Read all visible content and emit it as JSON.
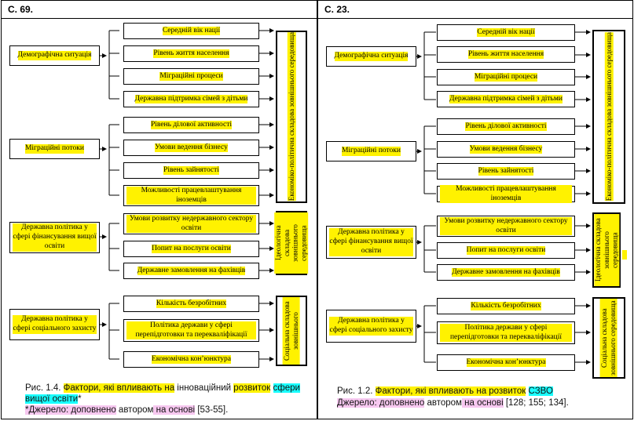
{
  "left": {
    "header": "С. 69.",
    "groups": [
      "Демографічна ситуація",
      "Міграційні потоки",
      "Державна політика у сфері фінансування вищої освіти",
      "Державна політика у сфері соціального захисту"
    ],
    "factors": [
      "Середній вік нації",
      "Рівень життя населення",
      "Міграційні процеси",
      "Державна підтримка сімей з дітьми",
      "Рівень ділової активності",
      "Умови ведення бізнесу",
      "Рівень зайнятості",
      "Можливості працевлаштування іноземців",
      "Умови розвитку недержавного сектору освіти",
      "Попит на послуги освіти",
      "Державне замовлення на фахівців",
      "Кількість безробітних",
      "Політика держави у сфері перепідготовки та перекваліфікації",
      "Економічна кон’юнктура"
    ],
    "components": [
      "Економіко-політична складова зовнішнього середовища",
      "Ідеологічна складова зовнішнього середовища",
      "Соціальна складова зовнішнього"
    ],
    "caption": {
      "p1": "Рис. 1.4. ",
      "p2": "Фактори, які впливають на",
      "p3": " інноваційний ",
      "p4": "розвиток",
      "p5": " ",
      "p6": "сфери вищої освіти",
      "p7": "*",
      "s1": "*Джерело",
      "s2": ": доповнено",
      "s3": " автором",
      "s4": " на основі",
      "s5": " [53-55]."
    }
  },
  "right": {
    "header": "С. 23.",
    "groups": [
      "Демографічна ситуація",
      "Міграційні потоки",
      "Державна політика у сфері фінансування вищої освіти",
      "Державна політика у сфері соціального захисту"
    ],
    "factors": [
      "Середній вік нації",
      "Рівень життя населення",
      "Міграційні процеси",
      "Державна підтримка сімей з дітьми",
      "Рівень ділової активності",
      "Умови ведення бізнесу",
      "Рівень зайнятості",
      "Можливості працевлаштування іноземців",
      "Умови розвитку недержавного сектору освіти",
      "Попит на послуги освіти",
      "Державне замовлення на фахівців",
      "Кількість безробітних",
      "Політика держави у сфері перепідготовки та перекваліфікації",
      "Економічна кон’юнктура"
    ],
    "components": [
      "Економіко-політична складова зовнішнього середовища",
      "Ідеологічна складова зовнішнього середовища",
      "Соціальна складова зовнішнього середовища"
    ],
    "caption": {
      "p1": "Рис. 1.2. ",
      "p2": "Фактори, які впливають на розвиток",
      "p3": " ",
      "p4": "СЗВО",
      "s1": "Джерело",
      "s2": ": доповнено",
      "s3": " автором",
      "s4": " на основі",
      "s5": " [128; 155; 134]."
    }
  }
}
